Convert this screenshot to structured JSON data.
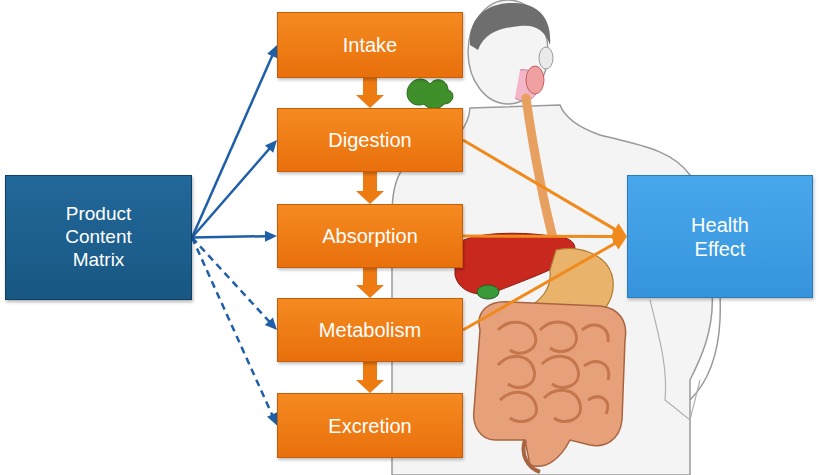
{
  "diagram": {
    "nodes": [
      {
        "text": [
          "Product Content Matrix"
        ]
      },
      {
        "text": [
          "Intake"
        ]
      },
      {
        "text": [
          "Digestion"
        ]
      },
      {
        "text": [
          "Absorption"
        ]
      },
      {
        "text": [
          "Metabolism"
        ]
      },
      {
        "text": [
          "Excretion"
        ]
      },
      {
        "text": [
          "Health Effect"
        ]
      }
    ],
    "edges": [
      {
        "from": 0,
        "to": 1,
        "arrow": "to"
      },
      {
        "from": 0,
        "to": 2,
        "arrow": "to"
      },
      {
        "from": 0,
        "to": 3,
        "arrow": "to"
      },
      {
        "from": 0,
        "to": 4,
        "arrow": "to"
      },
      {
        "from": 0,
        "to": 5,
        "arrow": "to"
      },
      {
        "from": 1,
        "to": 2,
        "arrow": "to"
      },
      {
        "from": 2,
        "to": 3,
        "arrow": "to"
      },
      {
        "from": 3,
        "to": 4,
        "arrow": "to"
      },
      {
        "from": 4,
        "to": 5,
        "arrow": "to"
      },
      {
        "from": 2,
        "to": 6,
        "arrow": "to"
      },
      {
        "from": 3,
        "to": 6,
        "arrow": "to"
      },
      {
        "from": 4,
        "to": 6,
        "arrow": "to"
      }
    ]
  }
}
